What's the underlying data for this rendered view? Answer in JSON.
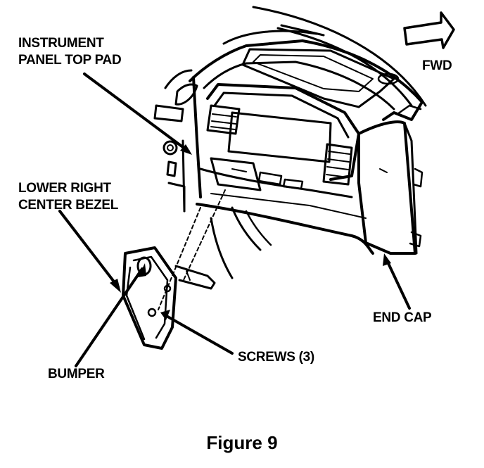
{
  "labels": {
    "instrument_panel_top_pad": [
      "INSTRUMENT",
      "PANEL TOP PAD"
    ],
    "fwd": "FWD",
    "lower_right_center_bezel": [
      "LOWER RIGHT",
      "CENTER BEZEL"
    ],
    "end_cap": "END CAP",
    "screws": "SCREWS (3)",
    "bumper": "BUMPER"
  },
  "caption": "Figure 9",
  "colors": {
    "ink": "#000000",
    "paper": "#ffffff"
  },
  "icons": {
    "direction_arrow": "fwd-arrow-icon"
  }
}
